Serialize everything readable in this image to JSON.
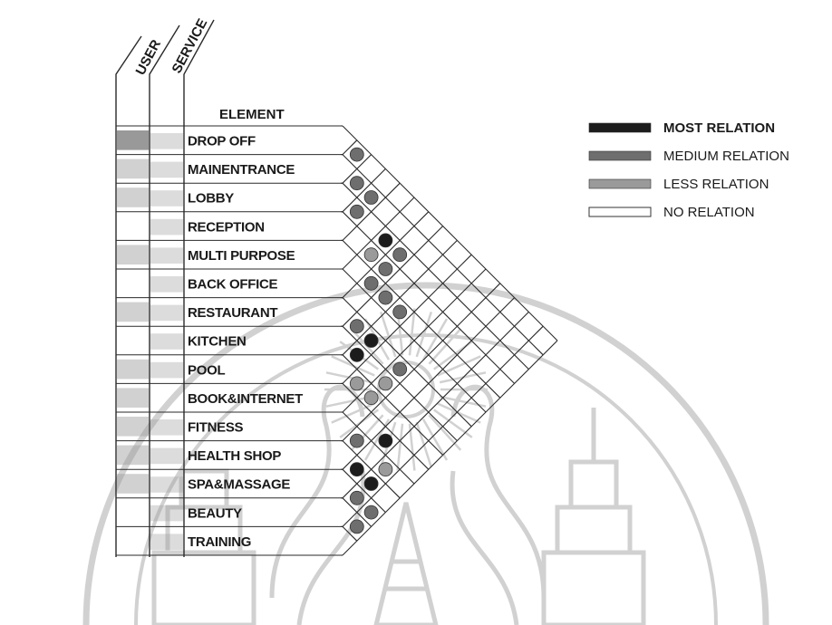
{
  "headers": {
    "user": "USER",
    "service": "SERVICE",
    "element": "ELEMENT"
  },
  "elements": [
    "DROP OFF",
    "MAINENTRANCE",
    "LOBBY",
    "RECEPTION",
    "MULTI PURPOSE",
    "BACK OFFICE",
    "RESTAURANT",
    "KITCHEN",
    "POOL",
    "BOOK&INTERNET",
    "FITNESS",
    "HEALTH SHOP",
    "SPA&MASSAGE",
    "BEAUTY",
    "TRAINING"
  ],
  "legend": [
    {
      "label": "MOST RELATION",
      "level": "most",
      "color": "#1c1c1c"
    },
    {
      "label": "MEDIUM RELATION",
      "level": "medium",
      "color": "#6e6e6e"
    },
    {
      "label": "LESS RELATION",
      "level": "less",
      "color": "#9a9a9a"
    },
    {
      "label": "NO RELATION",
      "level": "none",
      "color": "#ffffff"
    }
  ],
  "colors": {
    "line": "#2a2a2a",
    "user_fill": "#b8b8b8",
    "service_fill": "#d2d2d2",
    "watermark": "#c9c9c9"
  },
  "user_relation": [
    "medium",
    "less",
    "less",
    "none",
    "less",
    "none",
    "less",
    "none",
    "less",
    "less",
    "less",
    "less",
    "less",
    "none",
    "none"
  ],
  "service_relation": [
    "less",
    "less",
    "less",
    "less",
    "less",
    "less",
    "less",
    "less",
    "less",
    "none",
    "less",
    "less",
    "less",
    "less",
    "less"
  ],
  "relations": [
    {
      "a": "DROP OFF",
      "b": "MAINENTRANCE",
      "level": "medium"
    },
    {
      "a": "MAINENTRANCE",
      "b": "LOBBY",
      "level": "medium"
    },
    {
      "a": "MAINENTRANCE",
      "b": "RECEPTION",
      "level": "medium"
    },
    {
      "a": "LOBBY",
      "b": "RECEPTION",
      "level": "medium"
    },
    {
      "a": "LOBBY",
      "b": "BACK OFFICE",
      "level": "most"
    },
    {
      "a": "LOBBY",
      "b": "RESTAURANT",
      "level": "medium"
    },
    {
      "a": "RECEPTION",
      "b": "BACK OFFICE",
      "level": "less"
    },
    {
      "a": "MULTI PURPOSE",
      "b": "RESTAURANT",
      "level": "medium"
    },
    {
      "a": "RECEPTION",
      "b": "RESTAURANT",
      "level": "medium"
    },
    {
      "a": "MULTI PURPOSE",
      "b": "KITCHEN",
      "level": "medium"
    },
    {
      "a": "MULTI PURPOSE",
      "b": "POOL",
      "level": "medium"
    },
    {
      "a": "RESTAURANT",
      "b": "KITCHEN",
      "level": "medium"
    },
    {
      "a": "RESTAURANT",
      "b": "POOL",
      "level": "most"
    },
    {
      "a": "KITCHEN",
      "b": "POOL",
      "level": "most"
    },
    {
      "a": "KITCHEN",
      "b": "FITNESS",
      "level": "less"
    },
    {
      "a": "RESTAURANT",
      "b": "FITNESS",
      "level": "medium"
    },
    {
      "a": "POOL",
      "b": "BOOK&INTERNET",
      "level": "less"
    },
    {
      "a": "POOL",
      "b": "FITNESS",
      "level": "less"
    },
    {
      "a": "FITNESS",
      "b": "HEALTH SHOP",
      "level": "medium"
    },
    {
      "a": "HEALTH SHOP",
      "b": "SPA&MASSAGE",
      "level": "most"
    },
    {
      "a": "HEALTH SHOP",
      "b": "BEAUTY",
      "level": "most"
    },
    {
      "a": "SPA&MASSAGE",
      "b": "BEAUTY",
      "level": "medium"
    },
    {
      "a": "BOOK&INTERNET",
      "b": "SPA&MASSAGE",
      "level": "most"
    },
    {
      "a": "FITNESS",
      "b": "BEAUTY",
      "level": "less"
    },
    {
      "a": "BEAUTY",
      "b": "TRAINING",
      "level": "medium"
    },
    {
      "a": "SPA&MASSAGE",
      "b": "TRAINING",
      "level": "medium"
    }
  ]
}
